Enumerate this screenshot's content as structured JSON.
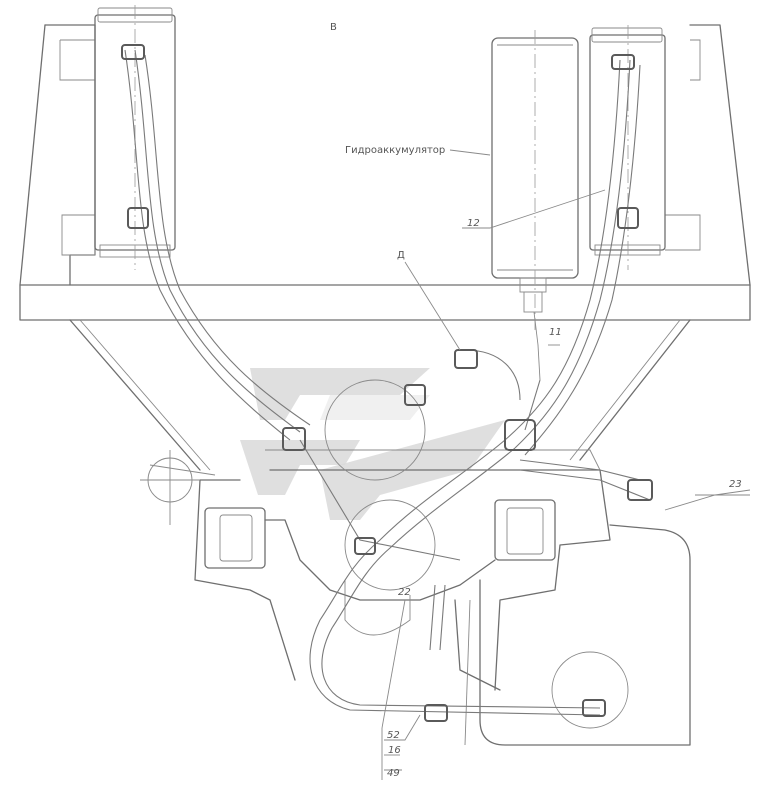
{
  "view_letter": "В",
  "labels": {
    "accumulator": "Гидроаккумулятор",
    "pos_12": "12",
    "view_d": "Д",
    "pos_11": "11",
    "pos_23": "23",
    "pos_22": "22",
    "pos_52": "52",
    "pos_16": "16",
    "pos_49": "49"
  },
  "icons": [
    "hose-fitting-icon",
    "watermark-logo-icon"
  ]
}
